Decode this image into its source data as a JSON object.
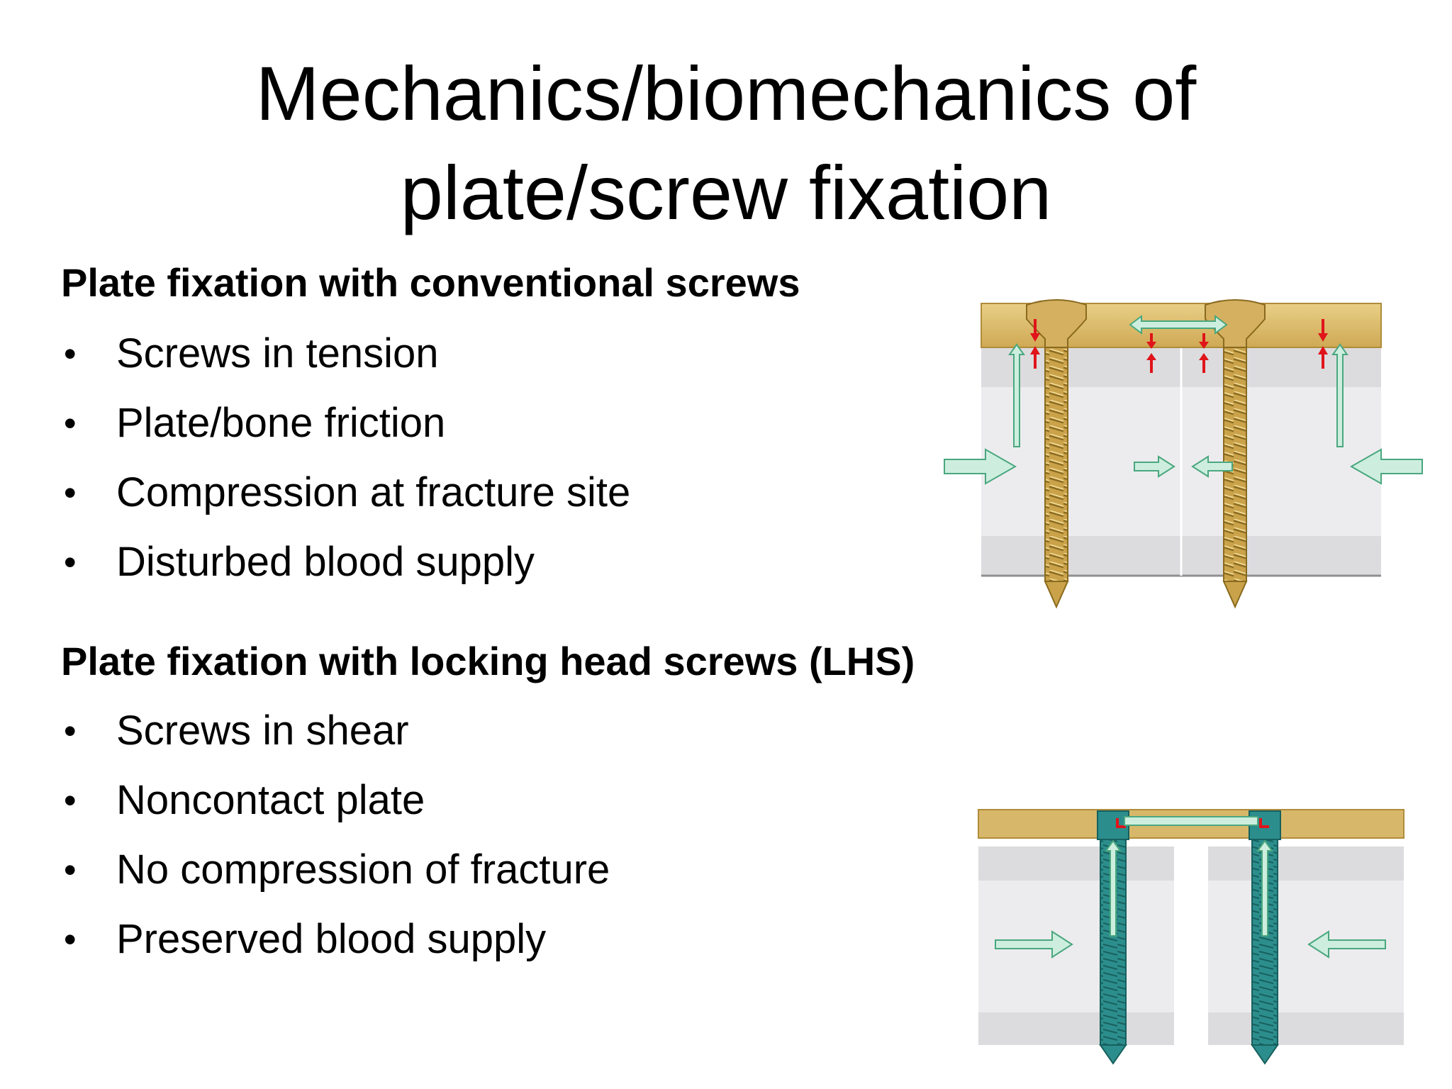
{
  "title": {
    "line1": "Mechanics/biomechanics of",
    "line2": "plate/screw fixation"
  },
  "sections": [
    {
      "heading": "Plate fixation with conventional screws",
      "bullets": [
        "Screws in tension",
        "Plate/bone friction",
        "Compression at fracture site",
        "Disturbed blood supply"
      ]
    },
    {
      "heading": "Plate fixation with locking head screws (LHS)",
      "bullets": [
        "Screws in shear",
        "Noncontact plate",
        "No compression of fracture",
        "Preserved blood supply"
      ]
    }
  ],
  "bullet_glyph": "•",
  "colors": {
    "plate": "#d7b86a",
    "conventional_screw": "#c9a24a",
    "locking_screw": "#2c8e8c",
    "bone_cortex": "#dcdcde",
    "bone_medulla": "#ececee",
    "arrow_fill": "#cdeede",
    "arrow_stroke": "#4aa77f",
    "red_arrow": "#e0141a"
  },
  "icons": [
    "conventional-screw-icon",
    "locking-head-screw-icon",
    "compression-arrow-icon",
    "friction-arrow-icon"
  ]
}
